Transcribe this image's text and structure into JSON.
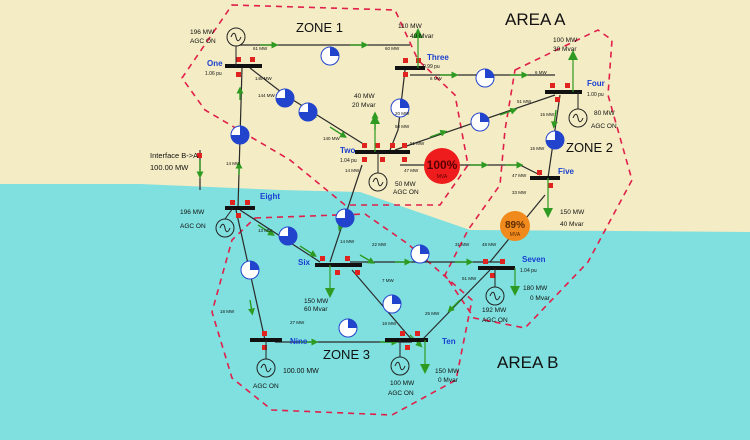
{
  "colors": {
    "area_a_bg": "#f4ecc4",
    "area_b_bg": "#7fe0df",
    "zone_border": "#e0204a",
    "line": "#2a2a2a",
    "bus": "#111111",
    "flow_arrow": "#2f9a22",
    "breaker": "#e0231f",
    "bus_label": "#1a3fd0",
    "pie": "#2244cc",
    "overload_red": "#ee1c1c",
    "overload_orange": "#f08a1c"
  },
  "areas": {
    "area_a": "AREA A",
    "area_b": "AREA B"
  },
  "zones": {
    "zone1": "ZONE 1",
    "zone2": "ZONE 2",
    "zone3": "ZONE 3"
  },
  "interface": {
    "label": "Interface B->A",
    "value": "100.00 MW"
  },
  "buses": {
    "one": {
      "name": "One",
      "pu": "1.06 pu"
    },
    "two": {
      "name": "Two",
      "pu": "1.04 pu"
    },
    "three": {
      "name": "Three",
      "pu": "0.99 pu"
    },
    "four": {
      "name": "Four",
      "pu": "1.00 pu"
    },
    "five": {
      "name": "Five"
    },
    "six": {
      "name": "Six"
    },
    "seven": {
      "name": "Seven",
      "pu": "1.04 pu"
    },
    "eight": {
      "name": "Eight"
    },
    "nine": {
      "name": "Nine"
    },
    "ten": {
      "name": "Ten"
    }
  },
  "generators": {
    "g1": {
      "mw": "196 MW",
      "agc": "AGC ON"
    },
    "g2": {
      "mw": "50 MW",
      "agc": "AGC ON"
    },
    "g4": {
      "mw": "80 MW",
      "agc": "AGC ON"
    },
    "g7": {
      "mw": "192 MW",
      "agc": "AGC ON"
    },
    "g8": {
      "mw": "196 MW",
      "agc": "AGC ON"
    },
    "g9": {
      "mw": "100.00 MW",
      "agc": "AGC ON"
    },
    "g10": {
      "mw": "100 MW",
      "agc": "AGC ON"
    }
  },
  "loads": {
    "l3": {
      "mw": "110 MW",
      "mvar": "40 Mvar"
    },
    "l2": {
      "mw": "40 MW",
      "mvar": "20 Mvar"
    },
    "l4": {
      "mw": "100 MW",
      "mvar": "30 Mvar"
    },
    "l5": {
      "mw": "150 MW",
      "mvar": "40 Mvar"
    },
    "l6": {
      "mw": "150 MW",
      "mvar": "60 Mvar"
    },
    "l7": {
      "mw": "180 MW",
      "mvar": "0 Mvar"
    },
    "l10": {
      "mw": "150 MW",
      "mvar": "0 Mvar"
    }
  },
  "overloads": {
    "red": {
      "pct": "100%",
      "unit": "MVA"
    },
    "orange": {
      "pct": "89%",
      "unit": "MVA"
    }
  },
  "flow_labels": [
    {
      "id": "f1",
      "text": "61 MW"
    },
    {
      "id": "f2",
      "text": "60 MW"
    },
    {
      "id": "f3",
      "text": "6 MW"
    },
    {
      "id": "f4",
      "text": "6 MW"
    },
    {
      "id": "f5",
      "text": "145 MW"
    },
    {
      "id": "f6",
      "text": "144 MW"
    },
    {
      "id": "f7",
      "text": "140 MW"
    },
    {
      "id": "f8",
      "text": "20 MW"
    },
    {
      "id": "f9",
      "text": "50 MW"
    },
    {
      "id": "f10",
      "text": "51 MW"
    },
    {
      "id": "f11",
      "text": "51 MW"
    },
    {
      "id": "f12",
      "text": "15 MW"
    },
    {
      "id": "f13",
      "text": "15 MW"
    },
    {
      "id": "f14",
      "text": "14 MW"
    },
    {
      "id": "f15",
      "text": "47 MW"
    },
    {
      "id": "f16",
      "text": "47 MW"
    },
    {
      "id": "f17",
      "text": "33 MW"
    },
    {
      "id": "f18",
      "text": "31 MW"
    },
    {
      "id": "f19",
      "text": "48 MW"
    },
    {
      "id": "f20",
      "text": "22 MW"
    },
    {
      "id": "f21",
      "text": "14 MW"
    },
    {
      "id": "f22",
      "text": "13 MW"
    },
    {
      "id": "f23",
      "text": "27 MW"
    },
    {
      "id": "f24",
      "text": "7 MW"
    },
    {
      "id": "f25",
      "text": "25 MW"
    },
    {
      "id": "f26",
      "text": "18 MW"
    },
    {
      "id": "f27",
      "text": "18 MW"
    },
    {
      "id": "f28",
      "text": "51 MW"
    },
    {
      "id": "f29",
      "text": "14 MW"
    }
  ]
}
